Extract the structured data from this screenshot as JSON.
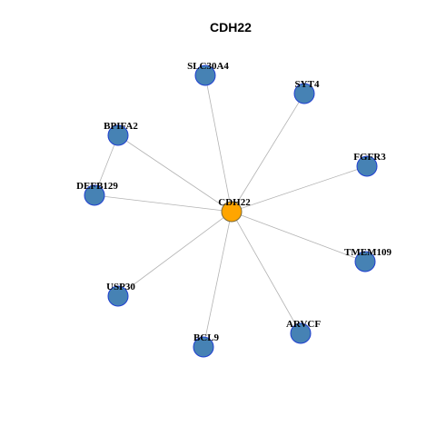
{
  "title": "CDH22",
  "colors": {
    "center_fill": "#FFA500",
    "center_stroke": "#7a6a3a",
    "node_fill": "#4682B4",
    "node_stroke": "#1f3fd0",
    "edge": "#b3b3b3"
  },
  "graph": {
    "center": "CDH22",
    "neighbors": [
      "SLC30A4",
      "SYT4",
      "BPIFA2",
      "FGFR3",
      "DEFB129",
      "TMEM109",
      "USP30",
      "ARVCF",
      "BCL9"
    ]
  }
}
